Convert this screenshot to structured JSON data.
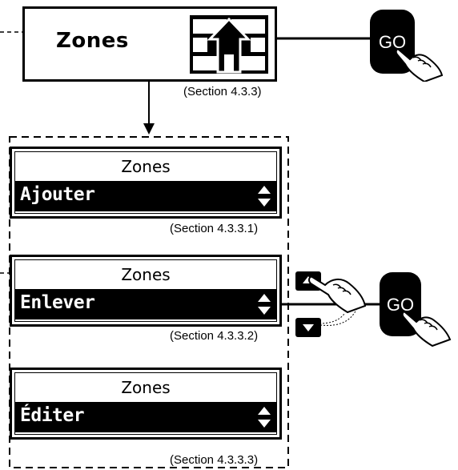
{
  "top": {
    "title": "Zones",
    "caption": "(Section 4.3.3)",
    "icon": "zones-house-icon"
  },
  "go_button_label": "GO",
  "screens": [
    {
      "title": "Zones",
      "item": "Ajouter",
      "caption": "(Section 4.3.3.1)"
    },
    {
      "title": "Zones",
      "item": "Enlever",
      "caption": "(Section 4.3.3.2)"
    },
    {
      "title": "Zones",
      "item": "Éditer",
      "caption": "(Section 4.3.3.3)"
    }
  ],
  "colors": {
    "line": "#000000",
    "button": "#000000",
    "button_text": "#ffffff"
  }
}
